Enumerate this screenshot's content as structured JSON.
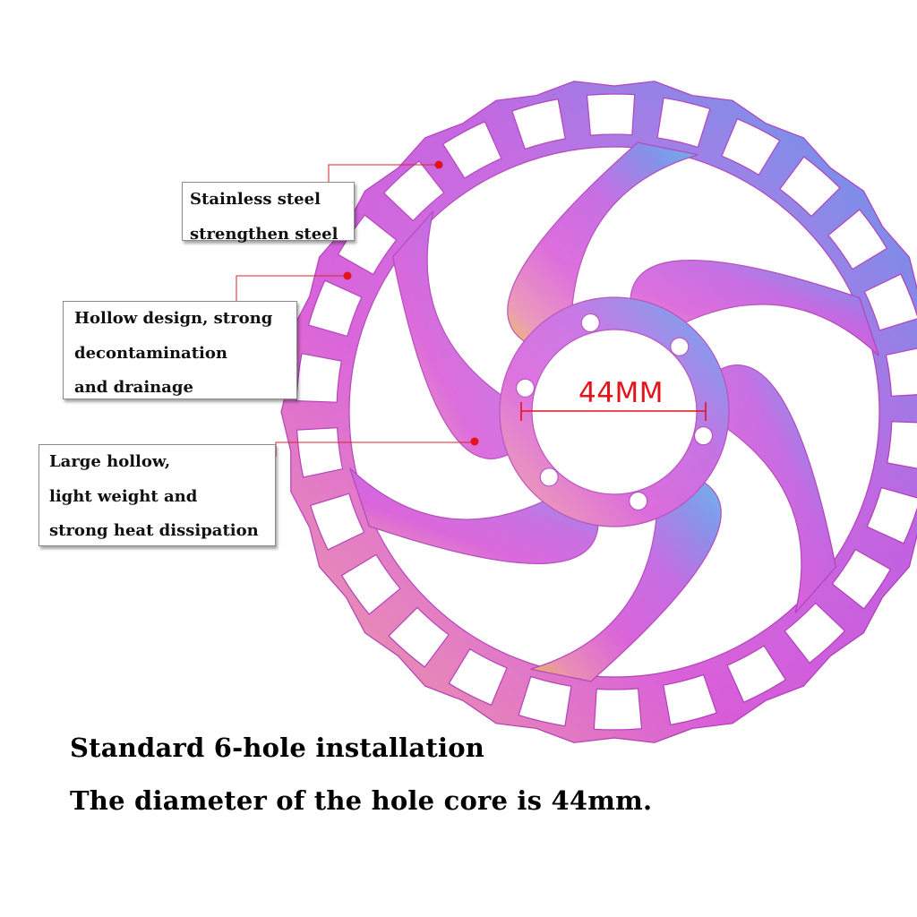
{
  "callouts": {
    "material": {
      "lines": [
        "Stainless steel",
        "strengthen steel"
      ]
    },
    "hollow": {
      "lines": [
        "Hollow design, strong",
        "decontamination",
        "and drainage"
      ]
    },
    "weight": {
      "lines": [
        "Large hollow,",
        "light weight and",
        "strong heat dissipation"
      ]
    }
  },
  "dimension": {
    "label": "44MM"
  },
  "captions": {
    "line1": "Standard 6-hole installation",
    "line2": "The diameter of the hole core is 44mm."
  },
  "colors": {
    "rotor_pink": "#d85ad8",
    "rotor_blue": "#5f8fe8",
    "rotor_gold": "#e8b640",
    "accent_red": "#e3131b"
  },
  "icons": [
    "brake-rotor-image"
  ]
}
